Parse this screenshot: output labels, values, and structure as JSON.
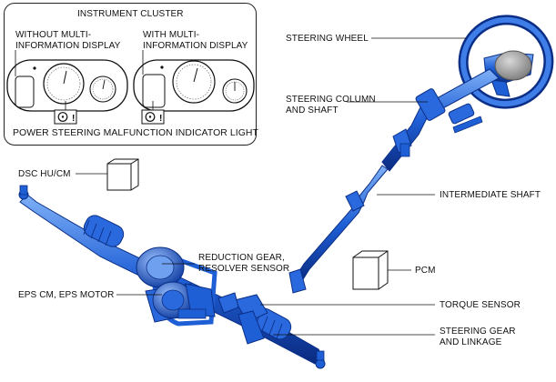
{
  "cluster": {
    "title": "INSTRUMENT CLUSTER",
    "without_label_1": "WITHOUT MULTI-",
    "without_label_2": "INFORMATION DISPLAY",
    "with_label_1": "WITH MULTI-",
    "with_label_2": "INFORMATION DISPLAY",
    "indicator_label": "POWER STEERING MALFUNCTION INDICATOR LIGHT"
  },
  "labels": {
    "steering_wheel": "STEERING WHEEL",
    "steering_column_1": "STEERING COLUMN",
    "steering_column_2": "AND SHAFT",
    "dsc": "DSC HU/CM",
    "intermediate_shaft": "INTERMEDIATE SHAFT",
    "reduction_gear_1": "REDUCTION GEAR,",
    "reduction_gear_2": "RESOLVER SENSOR",
    "pcm": "PCM",
    "eps": "EPS CM, EPS MOTOR",
    "torque_sensor": "TORQUE SENSOR",
    "steering_gear_1": "STEERING GEAR",
    "steering_gear_2": "AND LINKAGE"
  },
  "colors": {
    "part_blue": "#1f5fd6",
    "part_dark": "#0b2f86",
    "part_light": "#6fa0f0",
    "line": "#111111"
  }
}
